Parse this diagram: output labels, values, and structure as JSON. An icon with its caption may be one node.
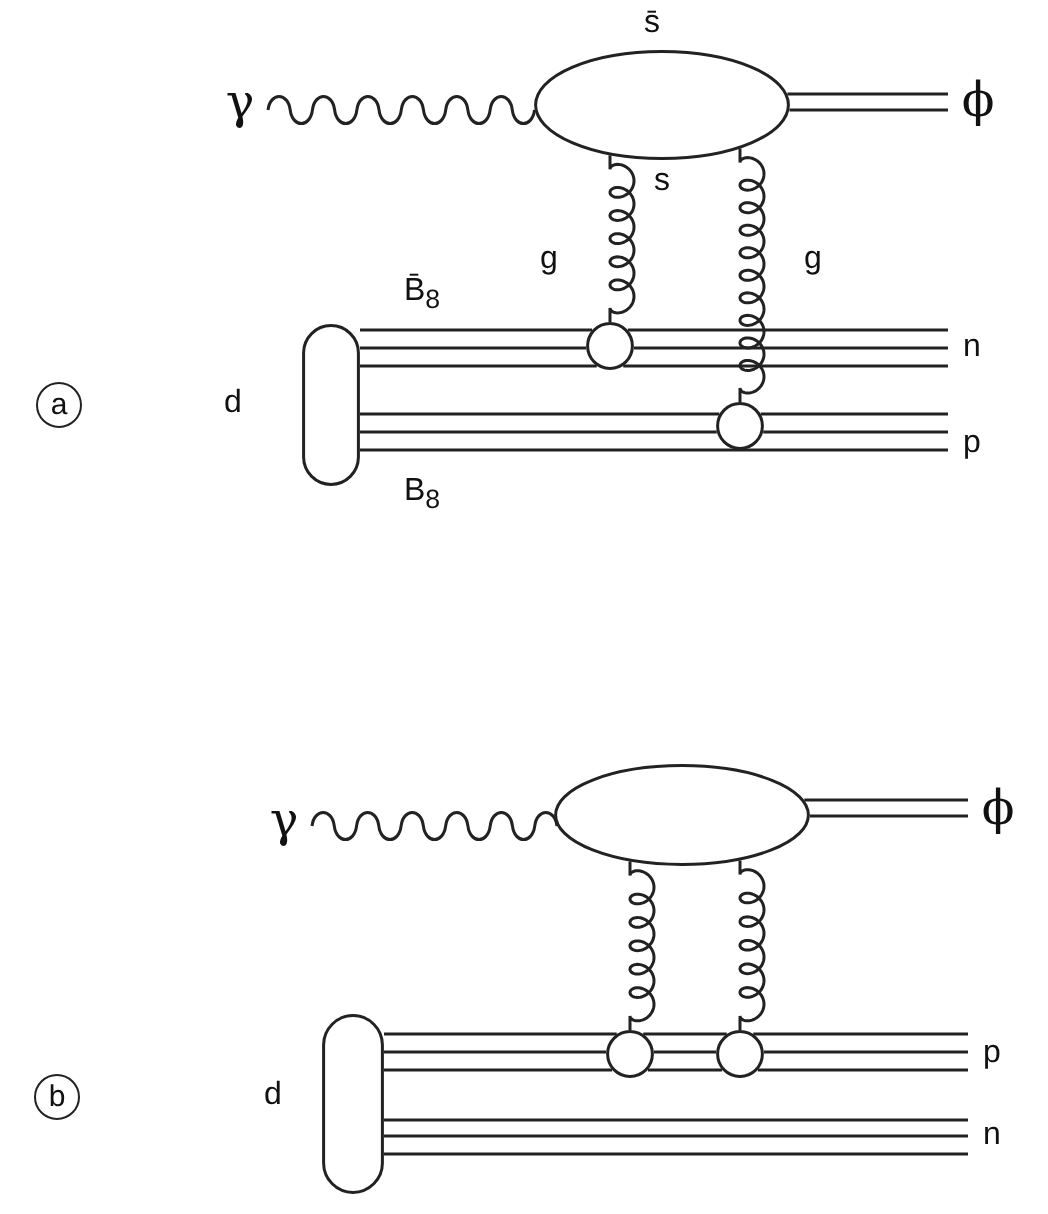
{
  "diagram": {
    "nodes": [
      {
        "text": [
          "a"
        ]
      },
      {
        "text": [
          "γ"
        ]
      },
      {
        "text": [],
        "shape": "ellipse",
        "beside": [
          "s̄",
          "s"
        ]
      },
      {
        "text": [
          "ϕ"
        ]
      },
      {
        "text": [],
        "shape": "capsule",
        "beside": [
          "d"
        ]
      },
      {
        "text": [],
        "shape": "circle"
      },
      {
        "text": [],
        "shape": "circle"
      },
      {
        "text": [
          "n"
        ]
      },
      {
        "text": [
          "p"
        ]
      },
      {
        "text": [
          "b"
        ]
      },
      {
        "text": [
          "γ"
        ]
      },
      {
        "text": [],
        "shape": "ellipse"
      },
      {
        "text": [
          "ϕ"
        ]
      },
      {
        "text": [],
        "shape": "capsule",
        "beside": [
          "d"
        ]
      },
      {
        "text": [],
        "shape": "circle"
      },
      {
        "text": [],
        "shape": "circle"
      },
      {
        "text": [
          "p"
        ]
      },
      {
        "text": [
          "n"
        ]
      }
    ],
    "edges": [
      {
        "from": 1,
        "to": 2,
        "arrow": "none"
      },
      {
        "from": 2,
        "to": 3,
        "arrow": "none"
      },
      {
        "from": 2,
        "to": 3,
        "arrow": "none"
      },
      {
        "from": 2,
        "to": 5,
        "arrow": "none",
        "label": "g"
      },
      {
        "from": 2,
        "to": 6,
        "arrow": "none",
        "label": "g"
      },
      {
        "from": 4,
        "to": 5,
        "arrow": "none"
      },
      {
        "from": 4,
        "to": 5,
        "arrow": "none"
      },
      {
        "from": 4,
        "to": 5,
        "arrow": "none"
      },
      {
        "from": 5,
        "to": 7,
        "arrow": "none"
      },
      {
        "from": 5,
        "to": 7,
        "arrow": "none"
      },
      {
        "from": 5,
        "to": 7,
        "arrow": "none"
      },
      {
        "from": 4,
        "to": 6,
        "arrow": "none"
      },
      {
        "from": 4,
        "to": 6,
        "arrow": "none"
      },
      {
        "from": 4,
        "to": 6,
        "arrow": "none"
      },
      {
        "from": 6,
        "to": 8,
        "arrow": "none"
      },
      {
        "from": 6,
        "to": 8,
        "arrow": "none"
      },
      {
        "from": 6,
        "to": 8,
        "arrow": "none"
      },
      {
        "from": 10,
        "to": 11,
        "arrow": "none"
      },
      {
        "from": 11,
        "to": 12,
        "arrow": "none"
      },
      {
        "from": 11,
        "to": 12,
        "arrow": "none"
      },
      {
        "from": 11,
        "to": 14,
        "arrow": "none"
      },
      {
        "from": 11,
        "to": 15,
        "arrow": "none"
      },
      {
        "from": 13,
        "to": 14,
        "arrow": "none"
      },
      {
        "from": 13,
        "to": 14,
        "arrow": "none"
      },
      {
        "from": 13,
        "to": 14,
        "arrow": "none"
      },
      {
        "from": 14,
        "to": 15,
        "arrow": "none"
      },
      {
        "from": 14,
        "to": 15,
        "arrow": "none"
      },
      {
        "from": 14,
        "to": 15,
        "arrow": "none"
      },
      {
        "from": 15,
        "to": 16,
        "arrow": "none"
      },
      {
        "from": 15,
        "to": 16,
        "arrow": "none"
      },
      {
        "from": 15,
        "to": 16,
        "arrow": "none"
      },
      {
        "from": 13,
        "to": 17,
        "arrow": "none"
      },
      {
        "from": 13,
        "to": 17,
        "arrow": "none"
      },
      {
        "from": 13,
        "to": 17,
        "arrow": "none"
      }
    ],
    "labels": [
      "B̄$_{8}$",
      "B$_{8}$"
    ]
  }
}
